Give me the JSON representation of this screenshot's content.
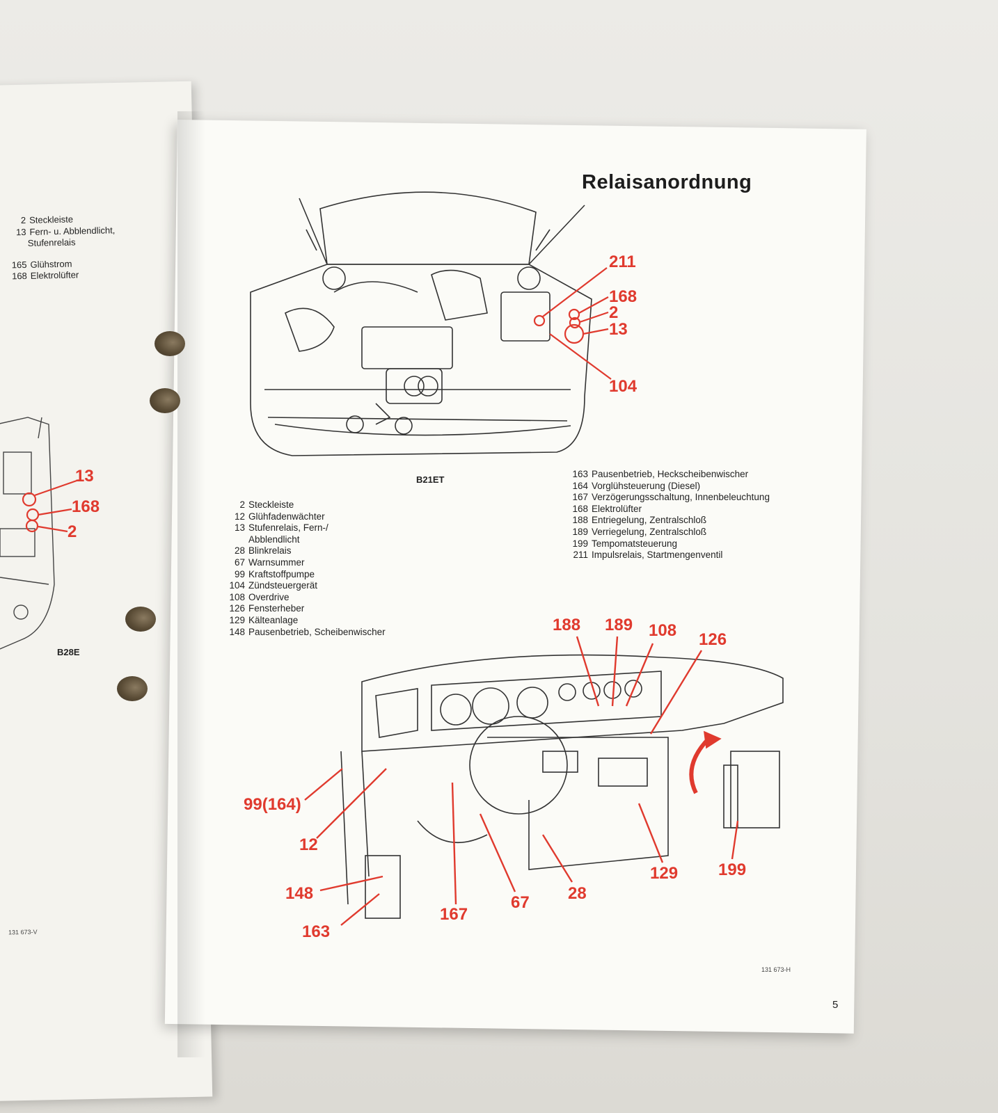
{
  "page": {
    "title": "Relaisanordnung",
    "page_number": "5",
    "left_page": {
      "legend": [
        {
          "num": "2",
          "text": "Steckleiste"
        },
        {
          "num": "13",
          "text": "Fern- u. Abblendlicht,"
        },
        {
          "num": "",
          "text": "Stufenrelais"
        },
        {
          "num": "165",
          "text": "Glühstrom"
        },
        {
          "num": "168",
          "text": "Elektrolüfter"
        }
      ],
      "callouts": [
        "13",
        "168",
        "2"
      ],
      "caption": "B28E",
      "ref": "131 673-V"
    },
    "engine_figure": {
      "caption": "B21ET",
      "callouts": [
        "211",
        "168",
        "2",
        "13",
        "104"
      ]
    },
    "legend_left": [
      {
        "num": "2",
        "text": "Steckleiste"
      },
      {
        "num": "12",
        "text": "Glühfadenwächter"
      },
      {
        "num": "13",
        "text": "Stufenrelais, Fern-/"
      },
      {
        "num": "",
        "text": "Abblendlicht"
      },
      {
        "num": "28",
        "text": "Blinkrelais"
      },
      {
        "num": "67",
        "text": "Warnsummer"
      },
      {
        "num": "99",
        "text": "Kraftstoffpumpe"
      },
      {
        "num": "104",
        "text": "Zündsteuergerät"
      },
      {
        "num": "108",
        "text": "Overdrive"
      },
      {
        "num": "126",
        "text": "Fensterheber"
      },
      {
        "num": "129",
        "text": "Kälteanlage"
      },
      {
        "num": "148",
        "text": "Pausenbetrieb, Scheibenwischer"
      }
    ],
    "legend_right": [
      {
        "num": "163",
        "text": "Pausenbetrieb, Heckscheibenwischer"
      },
      {
        "num": "164",
        "text": "Vorglühsteuerung (Diesel)"
      },
      {
        "num": "167",
        "text": "Verzögerungsschaltung, Innenbeleuchtung"
      },
      {
        "num": "168",
        "text": "Elektrolüfter"
      },
      {
        "num": "188",
        "text": "Entriegelung, Zentralschloß"
      },
      {
        "num": "189",
        "text": "Verriegelung, Zentralschloß"
      },
      {
        "num": "199",
        "text": "Tempomatsteuerung"
      },
      {
        "num": "211",
        "text": "Impulsrelais, Startmengenventil"
      }
    ],
    "dash_figure": {
      "callouts": [
        "188",
        "189",
        "108",
        "126",
        "99(164)",
        "12",
        "148",
        "163",
        "167",
        "67",
        "28",
        "129",
        "199"
      ],
      "ref": "131 673-H"
    }
  },
  "colors": {
    "callout_red": "#e03a2e",
    "paper": "#fbfbf7",
    "ink": "#1d1d1d"
  }
}
